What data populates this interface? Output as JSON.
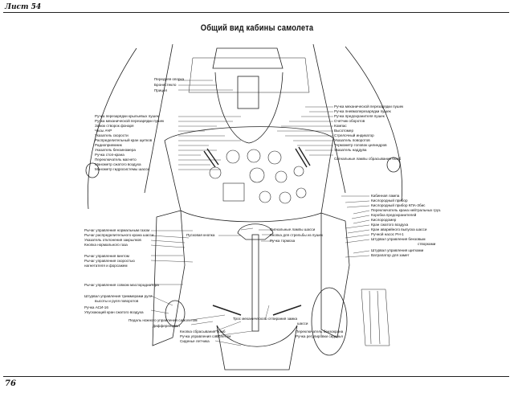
{
  "header": {
    "sheet": "Лист 54",
    "page_number": "76"
  },
  "title": "Общий вид кабины самолета",
  "labels_top": [
    "Передняя опорка",
    "Бронестекло",
    "Прицел"
  ],
  "labels_left": [
    "Ручка перезарядки крыльевых пушек",
    "Ручка механической перезарядки пушек",
    "Замок створок фонаря",
    "Часы АЧР",
    "Указатель скорости",
    "Распределительный кран щитков",
    "Радиоприемник",
    "Указатель бензиномера",
    "Ручка стоп-крана",
    "Переключатель магнето",
    "Манометр сжатого воздуха",
    "Манометр гидросистемы шасси"
  ],
  "labels_right": [
    "Ручка механической перезарядки пушек",
    "Ручка пневмоперезарядки пушек",
    "Ручка предохранителя пушек",
    "Счетчик оборотов",
    "Компас",
    "Высотомер",
    "Стрелочный индикатор",
    "Указатель поворотов",
    "Термометр головок цилиндров",
    "Указатель наддува",
    "Сигнальные лампы сбрасывания бомб"
  ],
  "labels_right_lower": [
    "Кабинная лампа",
    "Кислородный прибор",
    "Кислородный прибор КПА-3бис",
    "Переключатель крана нейтральных груз.",
    "Коробка предохранителей",
    "Кислородомер",
    "Кран сжатого воздуха",
    "Кран аварийного выпуска шасси",
    "Ручной насос РН-1",
    "Штурвал управления бензовым",
    "створками",
    "Штурвал управления щитками",
    "Ватрапатор для замет"
  ],
  "labels_left_lower": [
    "Рычаг управления нормальным газом",
    "Рычаг распределительного крана шасси",
    "Указатель отклонения закрылков",
    "Кнопка нормального газа",
    "Рычаг управления винтом",
    "Рычаг управления скоростью",
    "нагнетателя и форсажем",
    "Рычаг управления совком маслорадиатора",
    "Штурвал управления триммерами руля",
    "высоты и руля поворотов",
    "Ручка АСИ-16",
    "Упускающий кран сжатого воздуха"
  ],
  "labels_center": [
    "Пусковая кнопка",
    "Сигнальные лампы шасси",
    "Кнопка для стрельбы из пушек",
    "Ручка тормоза"
  ],
  "labels_bottom": [
    "Педаль ножного управления самолетом",
    "Дифференциал",
    "Кнопка сбрасывания бомб",
    "Ручка управления самолетом",
    "Сиденье летчика",
    "Трос механического отпирания замка",
    "шасси",
    "Переключатель бензокрана",
    "Ручка регулировки сиденья"
  ]
}
